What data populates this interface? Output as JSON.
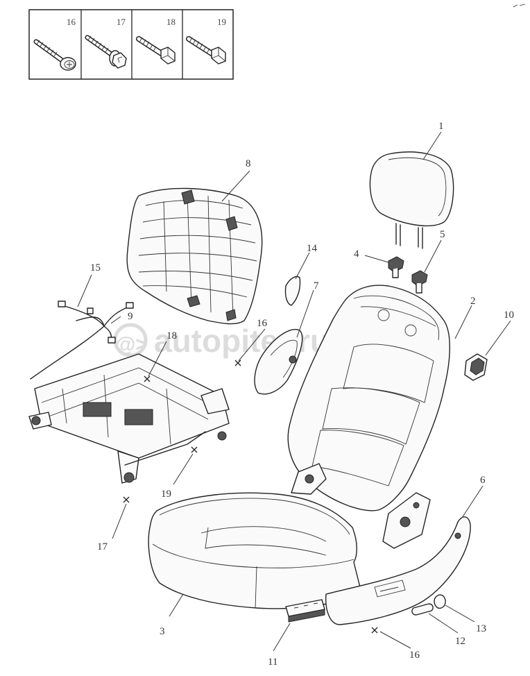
{
  "diagram": {
    "watermark": "autopiter.ru",
    "watermark_logo": "@>",
    "hardware_legend": [
      {
        "number": "16",
        "icon": "self-tapping-screw-icon"
      },
      {
        "number": "17",
        "icon": "flange-bolt-icon"
      },
      {
        "number": "18",
        "icon": "hex-bolt-icon"
      },
      {
        "number": "19",
        "icon": "hex-bolt-long-icon"
      }
    ],
    "callouts": [
      {
        "id": "1",
        "label": "1"
      },
      {
        "id": "2",
        "label": "2"
      },
      {
        "id": "3",
        "label": "3"
      },
      {
        "id": "4",
        "label": "4"
      },
      {
        "id": "5",
        "label": "5"
      },
      {
        "id": "6",
        "label": "6"
      },
      {
        "id": "7",
        "label": "7"
      },
      {
        "id": "8",
        "label": "8"
      },
      {
        "id": "9",
        "label": "9"
      },
      {
        "id": "10",
        "label": "10"
      },
      {
        "id": "11",
        "label": "11"
      },
      {
        "id": "12",
        "label": "12"
      },
      {
        "id": "13",
        "label": "13"
      },
      {
        "id": "14",
        "label": "14"
      },
      {
        "id": "15",
        "label": "15"
      },
      {
        "id": "16a",
        "label": "16"
      },
      {
        "id": "16b",
        "label": "16"
      },
      {
        "id": "17",
        "label": "17"
      },
      {
        "id": "18",
        "label": "18"
      },
      {
        "id": "19",
        "label": "19"
      }
    ]
  }
}
